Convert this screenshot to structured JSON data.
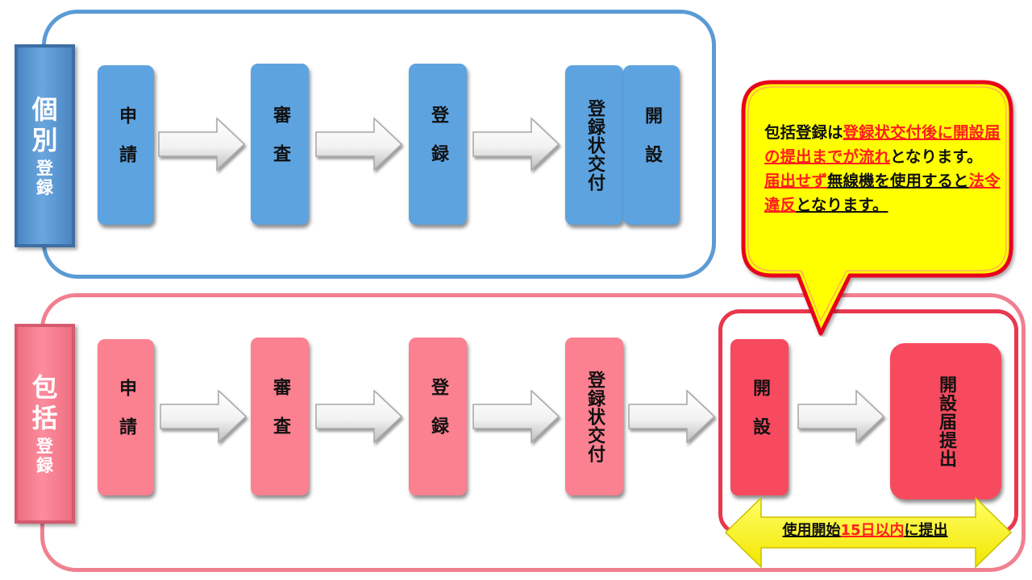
{
  "individual": {
    "label_main": "個別",
    "label_sub": "登録",
    "steps": [
      "申請",
      "審査",
      "登録",
      "登録状交付",
      "開設"
    ]
  },
  "comprehensive": {
    "label_main": "包括",
    "label_sub": "登録",
    "steps": [
      "申請",
      "審査",
      "登録",
      "登録状交付",
      "開設",
      "開設届提出"
    ]
  },
  "callout": {
    "seg1": "包括登録は",
    "seg2": "登録状交付後に開設届の提出までが流れ",
    "seg3": "となります。",
    "seg4": "届出せず",
    "seg5": "無線機を使用する",
    "seg6": "と",
    "seg7": "法令違反",
    "seg8": "となります。"
  },
  "deadline": {
    "part1": "使用開始",
    "part2": "15日以内",
    "part3": "に提出"
  },
  "colors": {
    "blue_box": "#5da3e0",
    "pink_box": "#fb8090",
    "red_box": "#f74a5e",
    "callout_fill": "#ffff00",
    "callout_border": "#e8001c",
    "emphasis_red": "#ff1e1e"
  }
}
